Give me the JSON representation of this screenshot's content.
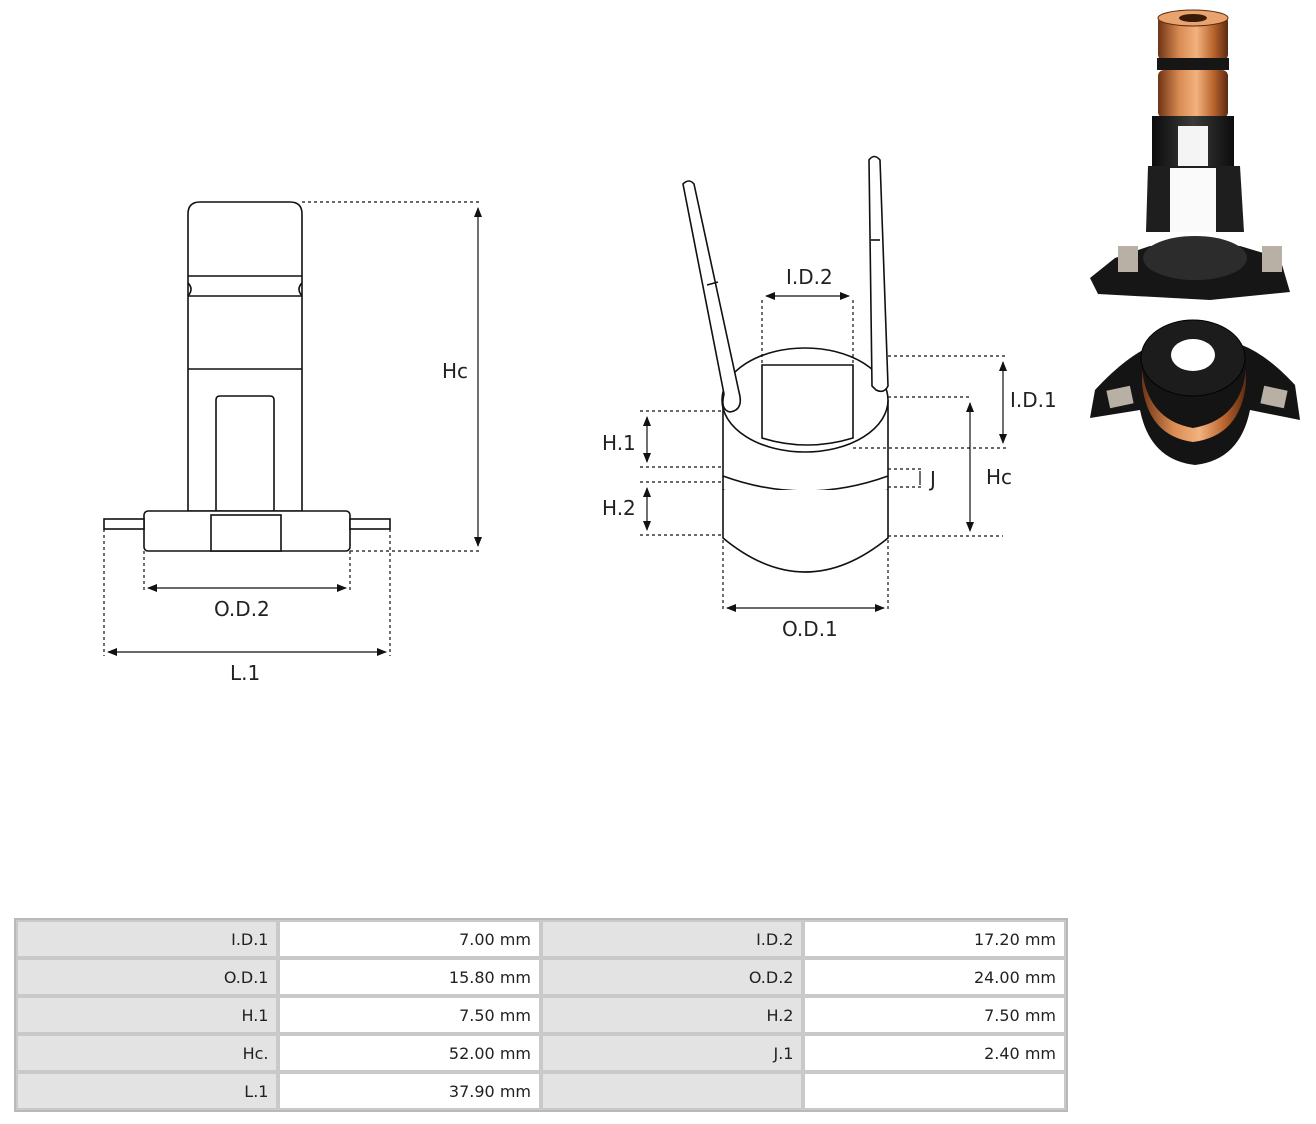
{
  "labels": {
    "hc_left": "Hc",
    "od2": "O.D.2",
    "l1": "L.1",
    "id2": "I.D.2",
    "id1": "I.D.1",
    "h1": "H.1",
    "h2": "H.2",
    "j": "J",
    "hc_right": "Hc",
    "od1": "O.D.1"
  },
  "colors": {
    "copper": "#c8703a",
    "plastic": "#1c1c1c",
    "table_label_bg": "#e3e3e3"
  },
  "specs": {
    "r1": {
      "l1": "I.D.1",
      "v1": "7.00 mm",
      "l2": "I.D.2",
      "v2": "17.20 mm"
    },
    "r2": {
      "l1": "O.D.1",
      "v1": "15.80 mm",
      "l2": "O.D.2",
      "v2": "24.00 mm"
    },
    "r3": {
      "l1": "H.1",
      "v1": "7.50 mm",
      "l2": "H.2",
      "v2": "7.50 mm"
    },
    "r4": {
      "l1": "Hc.",
      "v1": "52.00 mm",
      "l2": "J.1",
      "v2": "2.40 mm"
    },
    "r5": {
      "l1": "L.1",
      "v1": "37.90 mm"
    }
  }
}
